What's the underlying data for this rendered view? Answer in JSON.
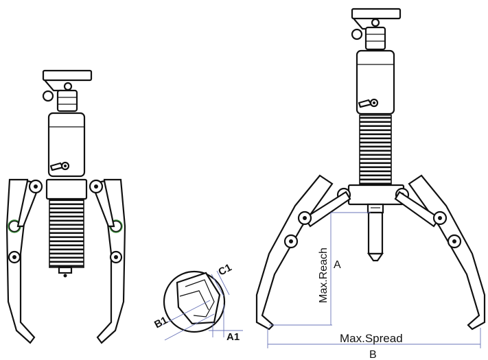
{
  "labels": {
    "reach_caption": "Max.Reach",
    "reach_letter": "A",
    "spread_caption": "Max.Spread",
    "spread_letter": "B",
    "detail_a1": "A1",
    "detail_b1": "B1",
    "detail_c1": "C1"
  },
  "colors": {
    "outline": "#111111",
    "dimension_line": "#6a75b8",
    "pivot_marker": "#3c8a3c"
  }
}
